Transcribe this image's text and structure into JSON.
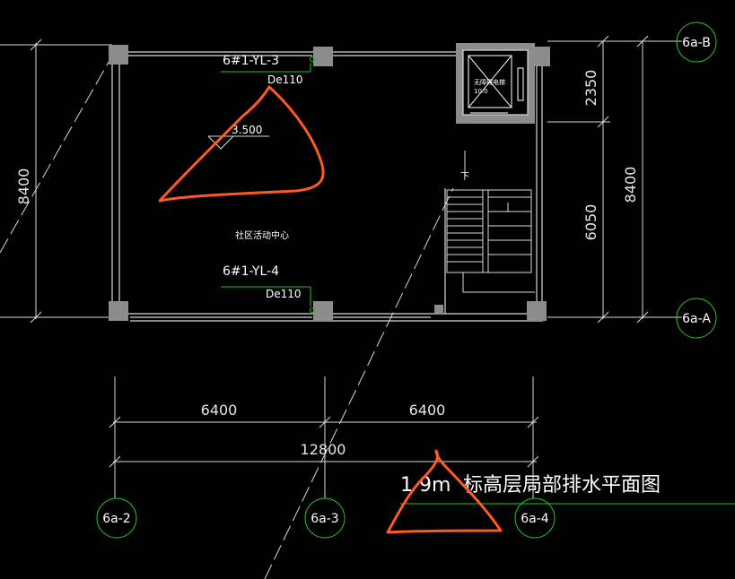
{
  "drawing": {
    "title_prefix": "1 9m",
    "title_main": "标高层局部排水平面图",
    "room_name": "社区活动中心",
    "stair_direction": "下",
    "elevation_mark": "3.500",
    "equipment_label_line1": "无障碍电梯",
    "equipment_label_line2": "10.0"
  },
  "pipes": [
    {
      "id": "6#1-YL-3",
      "size": "De110"
    },
    {
      "id": "6#1-YL-4",
      "size": "De110"
    }
  ],
  "dimensions": {
    "bottom_left": "6400",
    "bottom_right": "6400",
    "bottom_total": "12800",
    "left_total": "8400",
    "right_top": "2350",
    "right_bottom": "6050",
    "right_total": "8400"
  },
  "axes": {
    "top_right": "6a-B",
    "right_lower": "6a-A",
    "bottom_1": "6a-2",
    "bottom_2": "6a-3",
    "bottom_3": "6a-4"
  },
  "colors": {
    "background": "#000000",
    "wall_line": "#d9d9d9",
    "column": "#8c8c8c",
    "pipe_leader": "#22c322",
    "axis_circle": "#22c322",
    "markup": "#ff5a1f",
    "text": "#ffffff"
  }
}
